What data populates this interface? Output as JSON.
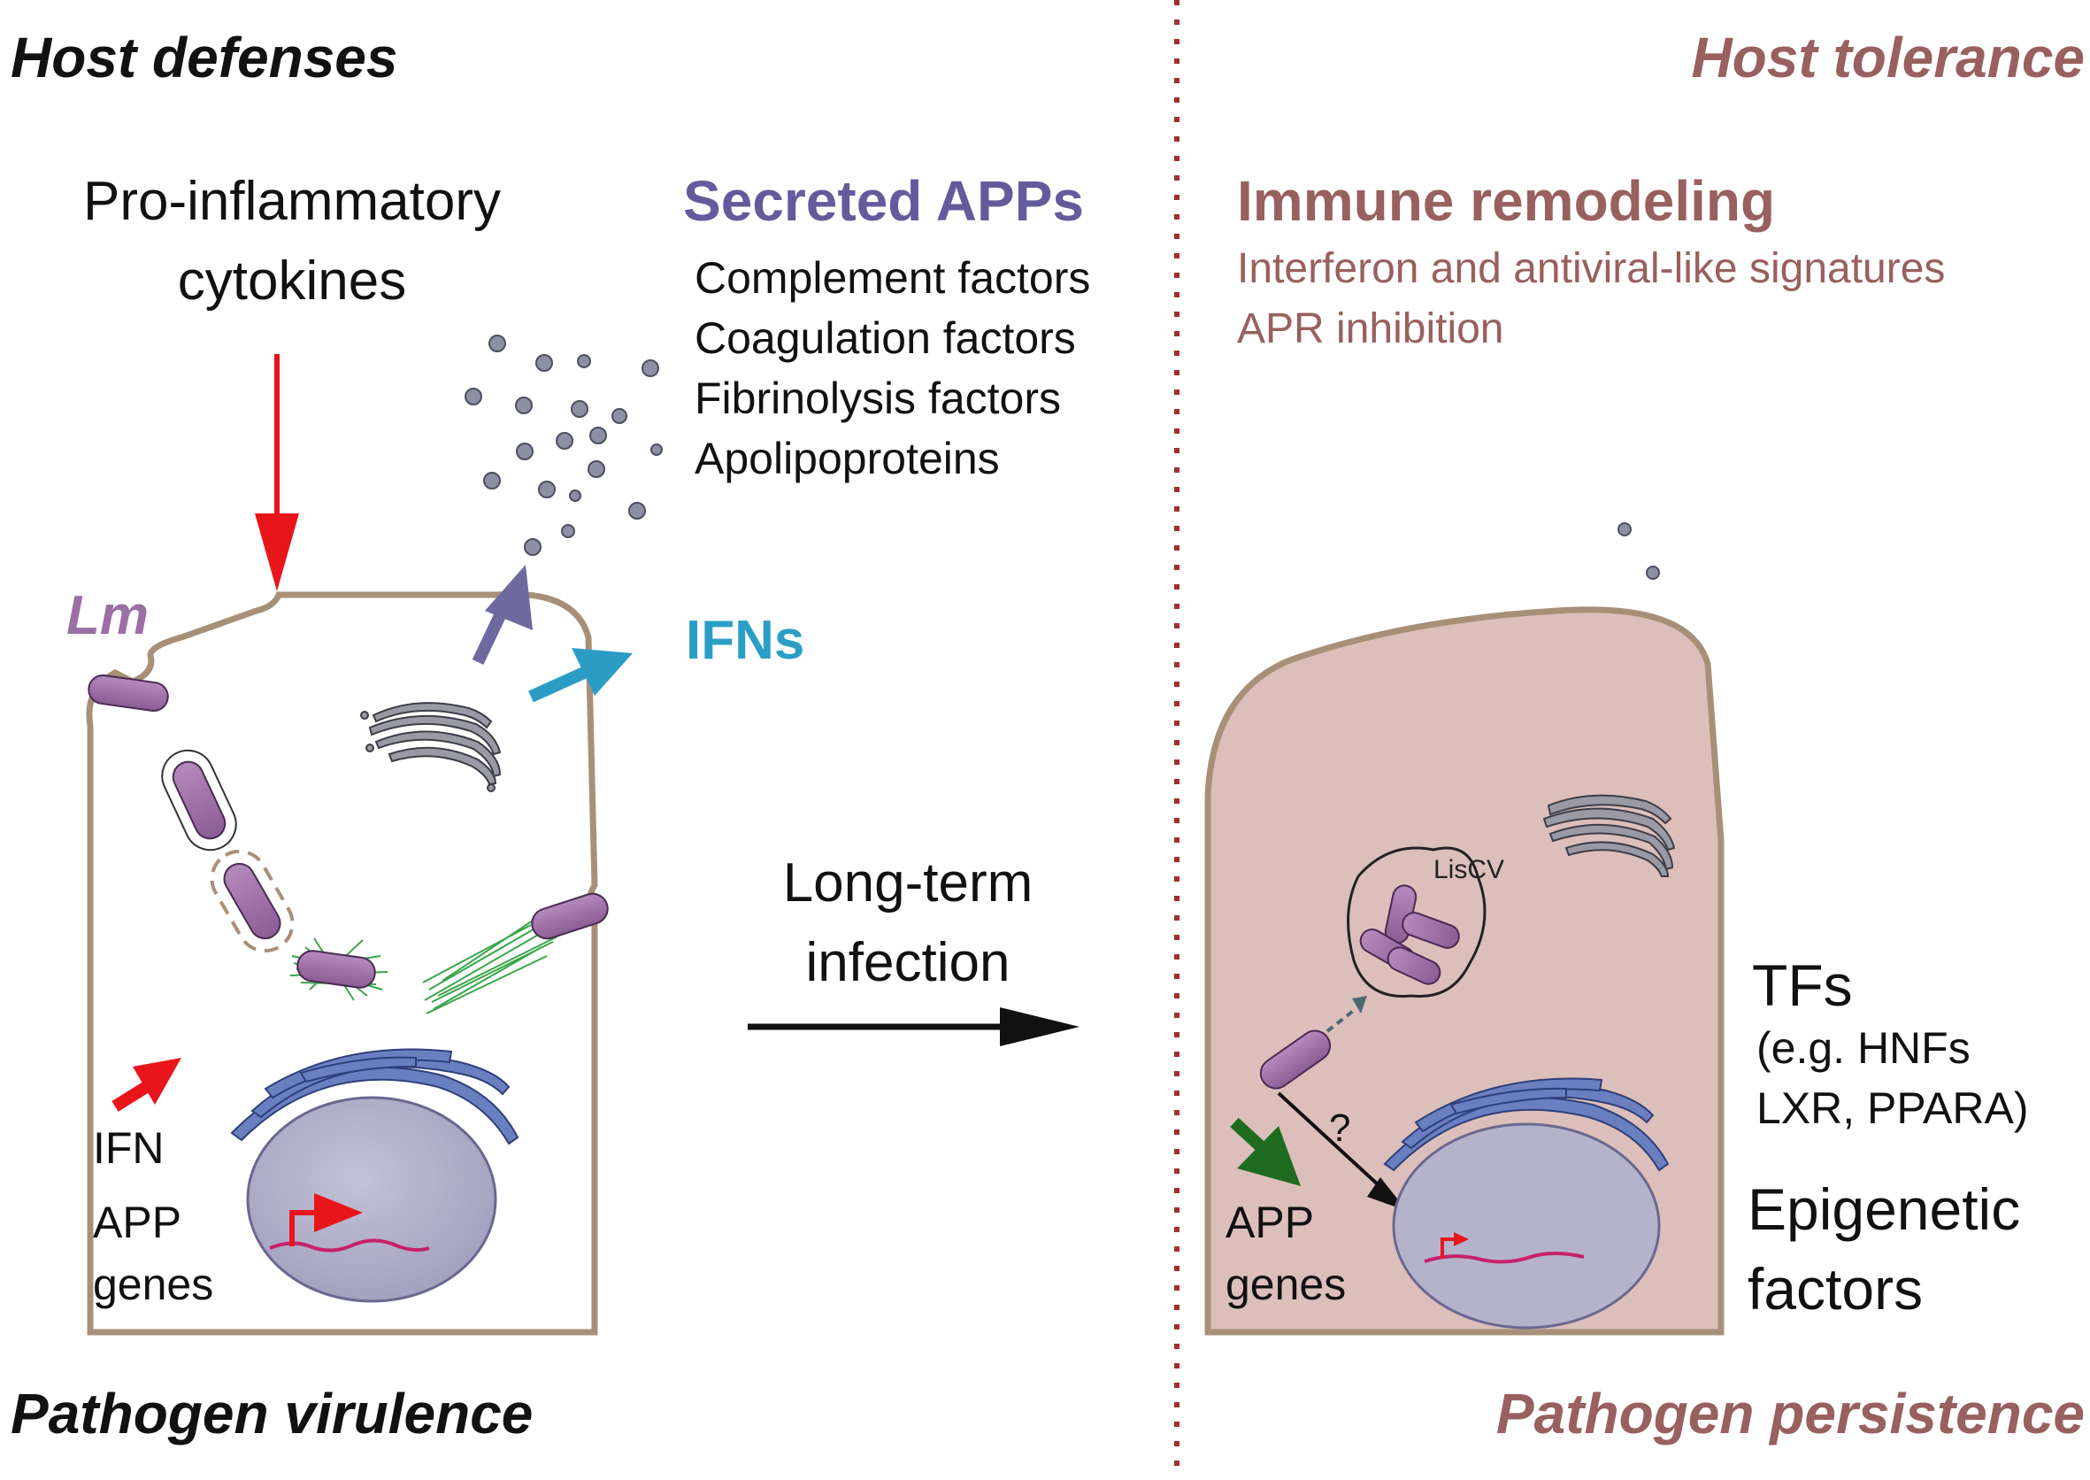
{
  "headers": {
    "host_defenses": "Host defenses",
    "host_tolerance": "Host tolerance",
    "pathogen_virulence": "Pathogen virulence",
    "pathogen_persistence": "Pathogen persistence"
  },
  "left": {
    "cytokines_line1": "Pro-inflammatory",
    "cytokines_line2": "cytokines",
    "lm_label": "Lm",
    "ifn_label": "IFN",
    "app_label": "APP",
    "genes_label": "genes"
  },
  "secreted": {
    "title": "Secreted APPs",
    "items": [
      "Complement factors",
      "Coagulation factors",
      "Fibrinolysis factors",
      "Apolipoproteins"
    ]
  },
  "ifns_label": "IFNs",
  "transition": {
    "line1": "Long-term",
    "line2": "infection"
  },
  "right": {
    "immune_title": "Immune remodeling",
    "immune_items": [
      "Interferon and antiviral-like signatures",
      "APR inhibition"
    ],
    "liscv_label": "LisCV",
    "question_mark": "?",
    "app_label": "APP",
    "genes_label": "genes",
    "tfs_title": "TFs",
    "tfs_line1": "(e.g. HNFs",
    "tfs_line2": "LXR, PPARA)",
    "epi_line1": "Epigenetic",
    "epi_line2": "factors"
  },
  "colors": {
    "cell_outline": "#a89078",
    "right_cell_fill": "#dcbfba",
    "bacteria": "#9a6fa3",
    "divider": "#a0302a",
    "red_arrow": "#e8161b",
    "purple_arrow": "#6e6aa0",
    "cyan_arrow": "#2b9dc4",
    "green_arrow": "#1f6b1f",
    "actin": "#3aa54a",
    "nucleus": "#b5b3cc",
    "er": "#4a63a8"
  }
}
